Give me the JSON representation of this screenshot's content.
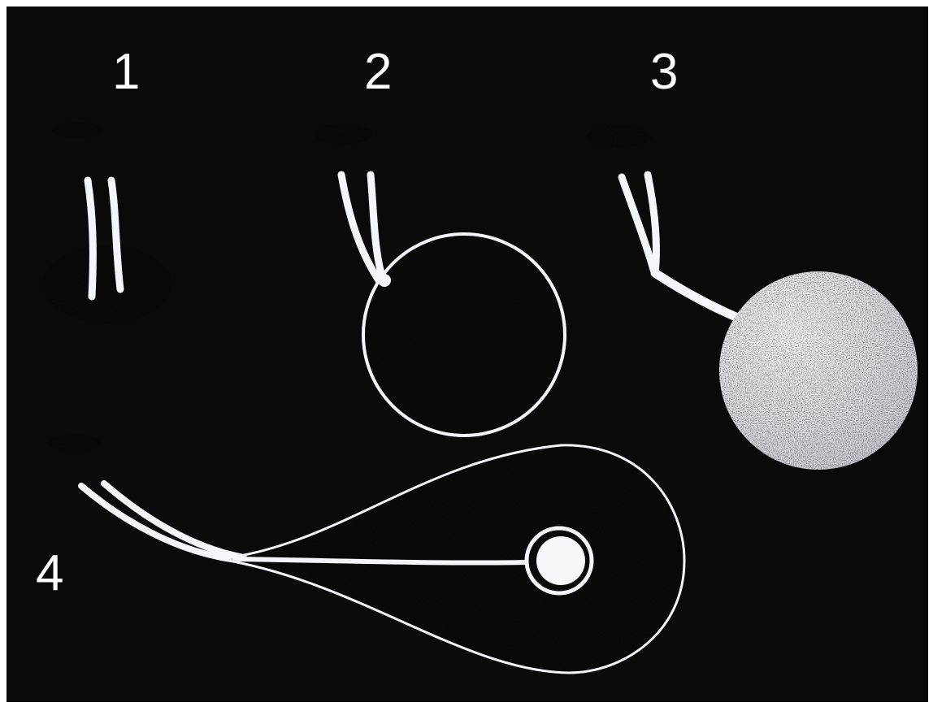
{
  "colors": {
    "background": "#0a0a0a",
    "ink": "#f4f4fb",
    "border": "#ffffff"
  },
  "panels": [
    {
      "label": "1"
    },
    {
      "label": "2"
    },
    {
      "label": "3"
    },
    {
      "label": "4"
    }
  ]
}
